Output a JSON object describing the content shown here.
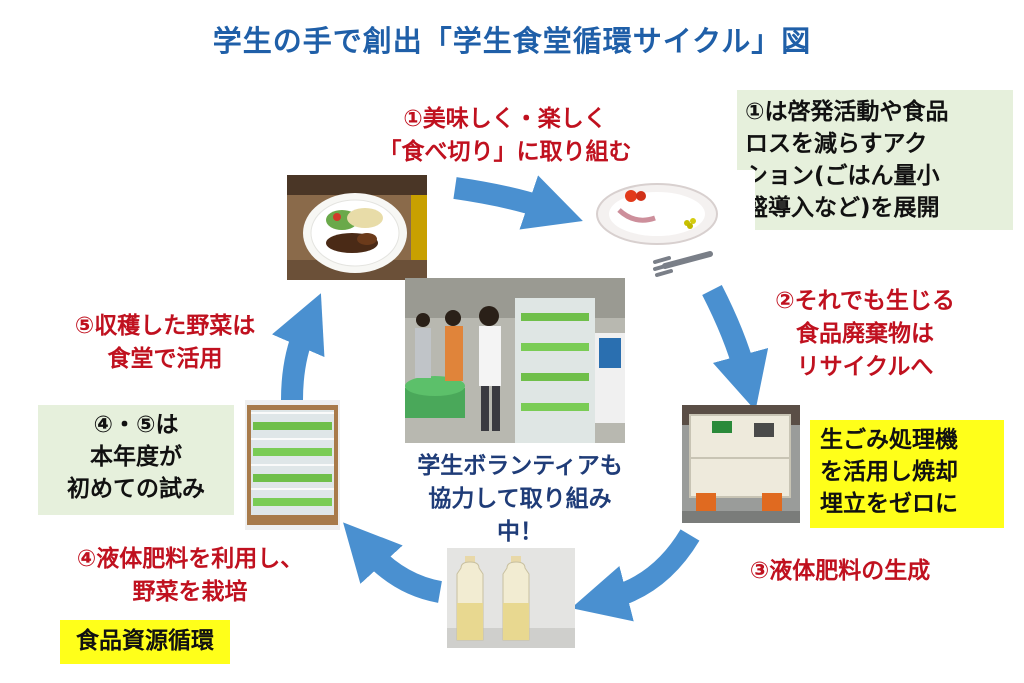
{
  "title": "学生の手で創出「学生食堂循環サイクル」図",
  "steps": {
    "step1": [
      "①美味しく・楽しく",
      "「食べ切り」に取り組む"
    ],
    "step2": [
      "②それでも生じる",
      "食品廃棄物は",
      "リサイクルへ"
    ],
    "step3": [
      "③液体肥料の生成"
    ],
    "step4": [
      "④液体肥料を利用し、",
      "野菜を栽培"
    ],
    "step5": [
      "⑤収穫した野菜は",
      "食堂で活用"
    ]
  },
  "notes": {
    "note_top_right": [
      "①は啓発活動や食品",
      "ロスを減らすアク",
      "ション(ごはん量小",
      "盛導入など)を展開"
    ],
    "note_left": [
      "④・⑤は",
      "本年度が",
      "初めての試み"
    ],
    "note_right": [
      "生ごみ処理機",
      "を活用し焼却",
      "埋立をゼロに"
    ],
    "note_bottom_left": [
      "食品資源循環"
    ]
  },
  "center_text": [
    "学生ボランティアも",
    "協力して取り組み",
    "中！"
  ],
  "colors": {
    "title": "#1f5fa8",
    "step_text": "#c0111f",
    "center_text": "#1f3c78",
    "arrow": "#4a90d0",
    "note_green": "#e6f0dc",
    "note_yellow": "#ffff1a"
  }
}
